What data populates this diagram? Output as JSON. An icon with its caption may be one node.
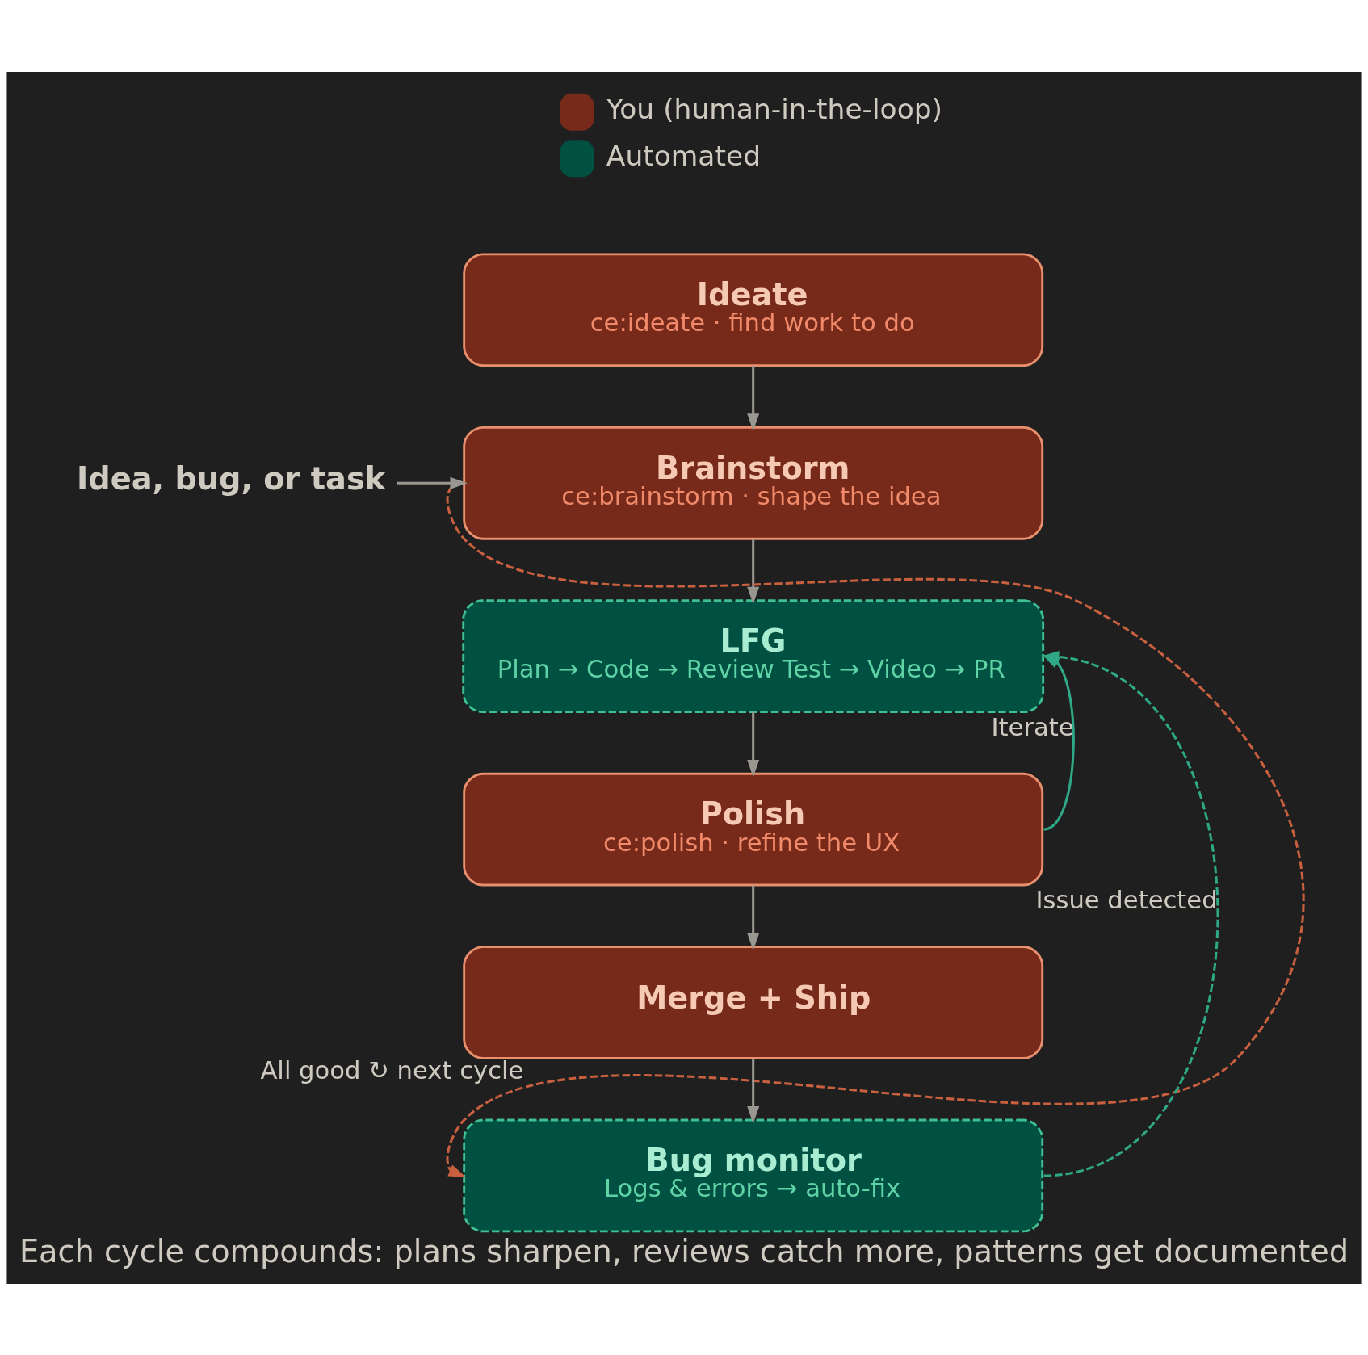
{
  "diagram": {
    "caption": "Each cycle compounds: plans sharpen, reviews catch more, patterns get documented",
    "nodes": [
      {
        "text": [
          "Ideate",
          "ce:ideate · find work to do"
        ]
      },
      {
        "text": [
          "Brainstorm",
          "ce:brainstorm · shape the idea"
        ]
      },
      {
        "text": [
          "LFG",
          "Plan → Code → Review Test → Video → PR"
        ]
      },
      {
        "text": [
          "Polish",
          "ce:polish · refine the UX"
        ]
      },
      {
        "text": [
          "Merge + Ship"
        ]
      },
      {
        "text": [
          "Bug monitor",
          "Logs & errors → auto-fix"
        ]
      },
      {
        "text": [
          "Idea, bug, or task"
        ]
      }
    ],
    "edges": [
      {
        "from": 0,
        "to": 1,
        "arrow": "to"
      },
      {
        "from": 6,
        "to": 1,
        "arrow": "to"
      },
      {
        "from": 1,
        "to": 2,
        "arrow": "to"
      },
      {
        "from": 2,
        "to": 3,
        "arrow": "to"
      },
      {
        "from": 3,
        "to": 4,
        "arrow": "to"
      },
      {
        "from": 4,
        "to": 5,
        "arrow": "to"
      },
      {
        "from": 3,
        "to": 2,
        "arrow": "to",
        "label": "Iterate",
        "color": "#2fa886"
      },
      {
        "from": 5,
        "to": 2,
        "arrow": "to",
        "label": "Issue detected",
        "style": "dashed",
        "color": "#2fa886"
      },
      {
        "from": 1,
        "to": 5,
        "arrow": "to",
        "label": "All good ↻ next cycle",
        "style": "dashed",
        "color": "#c8603f"
      }
    ],
    "legend": [
      {
        "text": "You (human-in-the-loop)",
        "color": "#772a1a"
      },
      {
        "text": "Automated",
        "color": "#005142"
      }
    ]
  }
}
